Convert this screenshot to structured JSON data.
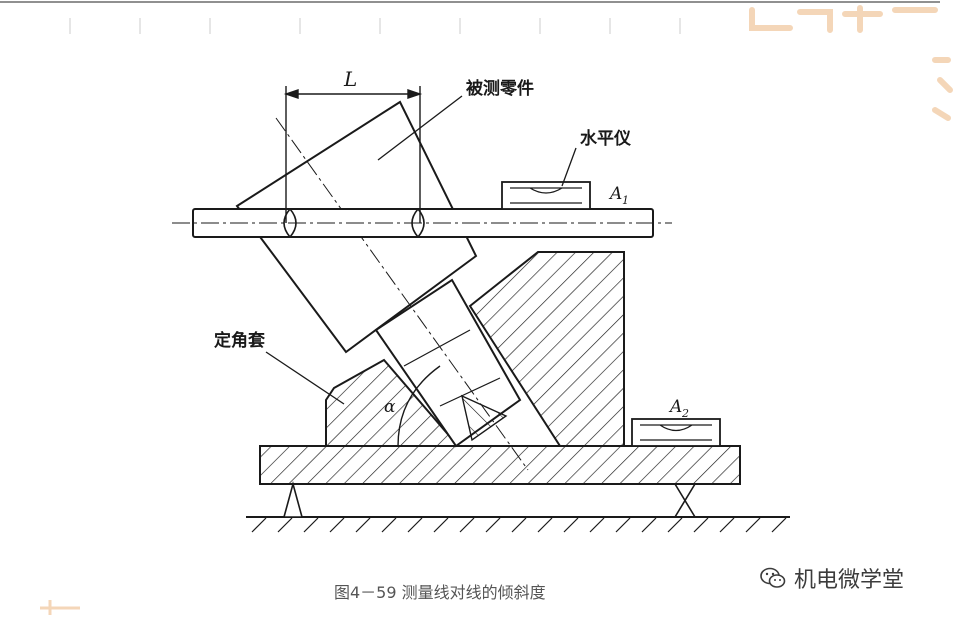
{
  "figure": {
    "caption": "图4－59   测量线对线的倾斜度",
    "dimension_label": "L",
    "angle_label": "α",
    "labels": {
      "part": "被测零件",
      "level": "水平仪",
      "angle_sleeve": "定角套",
      "a1": "A",
      "a1_sub": "1",
      "a2": "A",
      "a2_sub": "2"
    }
  },
  "watermark": {
    "text": "机电微学堂",
    "icon": "wechat-icon"
  },
  "colors": {
    "line": "#1a1a1a",
    "caption": "#555555",
    "watermark_logo": "#f4d6b8"
  }
}
